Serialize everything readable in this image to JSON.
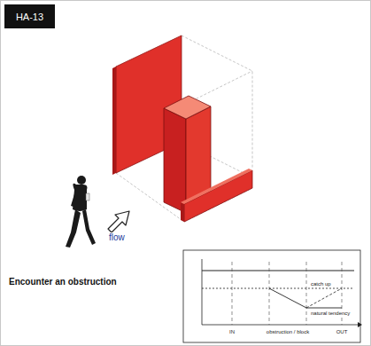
{
  "diagram": {
    "caption": "Encounter an obstruction",
    "nodes": [
      {
        "text": [
          "HA-13"
        ]
      }
    ],
    "labels": [
      "flow",
      "IN",
      "obstruction / block",
      "OUT",
      "catch up",
      "natural tendency"
    ]
  }
}
